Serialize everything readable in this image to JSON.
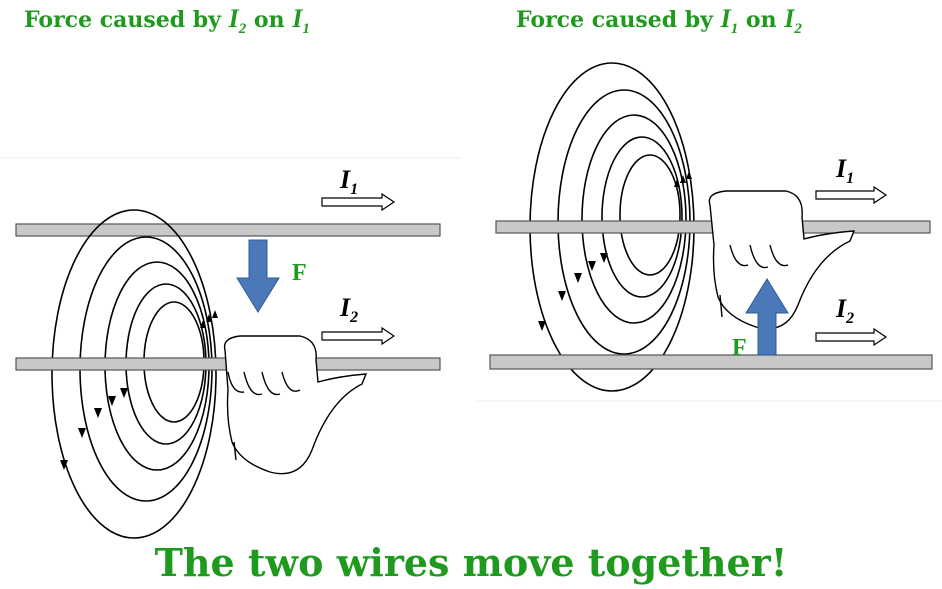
{
  "titles": {
    "left": {
      "prefix": "Force caused by ",
      "a_letter": "I",
      "a_sub": "2",
      "mid": " on ",
      "b_letter": "I",
      "b_sub": "1"
    },
    "right": {
      "prefix": "Force caused by ",
      "a_letter": "I",
      "a_sub": "1",
      "mid": " on ",
      "b_letter": "I",
      "b_sub": "2"
    }
  },
  "labels": {
    "current_letter": "I",
    "current_1_sub": "1",
    "current_2_sub": "2",
    "force": "F"
  },
  "footer": "The two wires move together!",
  "colors": {
    "green_text": "#1f9a1f",
    "force_arrow": "#4a78b8",
    "wire_fill": "#c8c8c8",
    "wire_stroke": "#555555",
    "field_line": "#000000"
  }
}
